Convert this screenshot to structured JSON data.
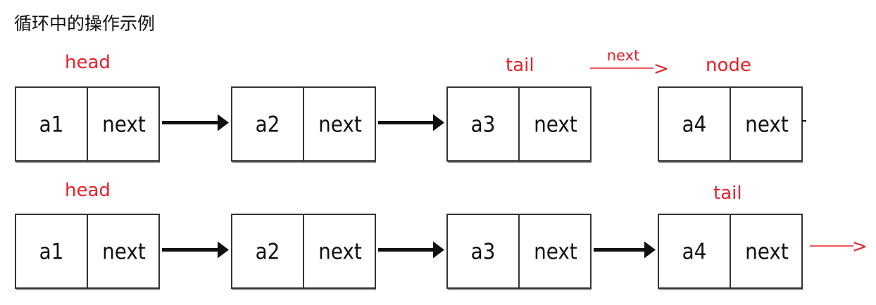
{
  "title": "循环中的操作示例",
  "colors": {
    "label_red": "#e8202a",
    "box_border": "#333333",
    "box_shadow": "#9a9a9a",
    "arrow": "#111111"
  },
  "row1": {
    "head_label": "head",
    "tail_label": "tail",
    "next_arrow_label": "next",
    "next_arrow_head": ">",
    "node_label": "node",
    "nodes": [
      {
        "value": "a1",
        "pointer": "next"
      },
      {
        "value": "a2",
        "pointer": "next"
      },
      {
        "value": "a3",
        "pointer": "next"
      },
      {
        "value": "a4",
        "pointer": "next"
      }
    ]
  },
  "row2": {
    "head_label": "head",
    "tail_label": "tail",
    "trailing_arrow_head": ">",
    "nodes": [
      {
        "value": "a1",
        "pointer": "next"
      },
      {
        "value": "a2",
        "pointer": "next"
      },
      {
        "value": "a3",
        "pointer": "next"
      },
      {
        "value": "a4",
        "pointer": "next"
      }
    ]
  }
}
